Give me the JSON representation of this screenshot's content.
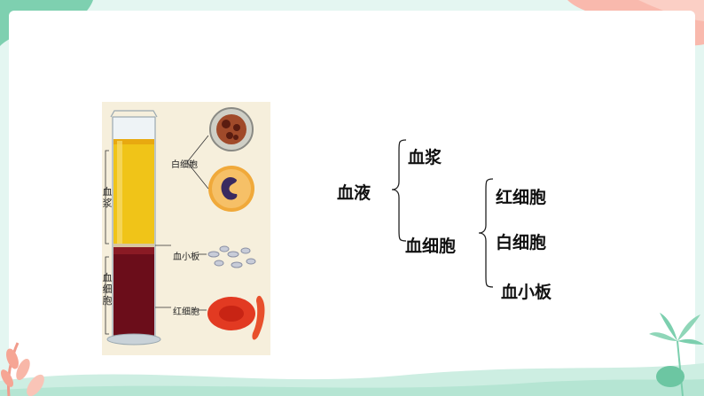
{
  "slide": {
    "colors": {
      "background": "#e4f6f1",
      "card": "#ffffff",
      "accent_green": "#5fc7a0",
      "accent_pink": "#f7a8a0"
    }
  },
  "figure": {
    "labels": {
      "plasma_vertical": "血浆",
      "cells_vertical": "血细胞",
      "white_cell": "白细胞",
      "platelet": "血小板",
      "red_cell": "红细胞"
    }
  },
  "diagram": {
    "root": "血液",
    "level1": [
      "血浆",
      "血细胞"
    ],
    "level2": [
      "红细胞",
      "白细胞",
      "血小板"
    ]
  }
}
